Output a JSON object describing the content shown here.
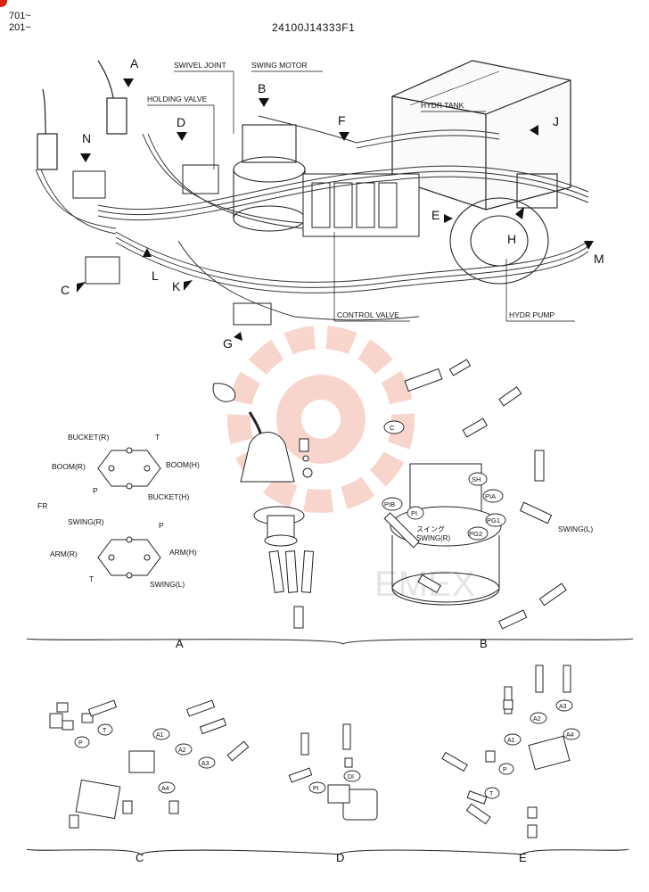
{
  "header": {
    "serial_line1": "701~",
    "serial_line2": "201~",
    "drawing_number": "24100J14333F1"
  },
  "component_labels": {
    "swivel_joint": "SWIVEL JOINT",
    "swing_motor": "SWING MOTOR",
    "holding_valve": "HOLDING VALVE",
    "hydr_tank": "HYDR TANK",
    "control_valve": "CONTROL VALVE",
    "hydr_pump": "HYDR PUMP"
  },
  "view_letters": [
    "A",
    "B",
    "C",
    "D",
    "E",
    "F",
    "G",
    "H",
    "J",
    "K",
    "L",
    "M",
    "N"
  ],
  "section_labels": [
    "A",
    "B",
    "C",
    "D",
    "E"
  ],
  "pilot_ports": {
    "bucket_r": "BUCKET(R)",
    "boom_r": "BOOM(R)",
    "boom_h": "BOOM(H)",
    "bucket_h": "BUCKET(H)",
    "swing_r": "SWING(R)",
    "arm_r": "ARM(R)",
    "arm_h": "ARM(H)",
    "swing_l": "SWING(L)",
    "t": "T",
    "p": "P",
    "fr": "FR",
    "swing_l_hose": "SWING(L)",
    "swing_r_kana": "スイング",
    "swing_r_label": "SWING(R)"
  },
  "port_circle_labels": [
    "PIB",
    "PI",
    "SH",
    "PIA",
    "PG1",
    "PG2",
    "C",
    "P",
    "T",
    "A1",
    "A2",
    "A3",
    "A4",
    "DI"
  ],
  "watermark": "EMEX"
}
